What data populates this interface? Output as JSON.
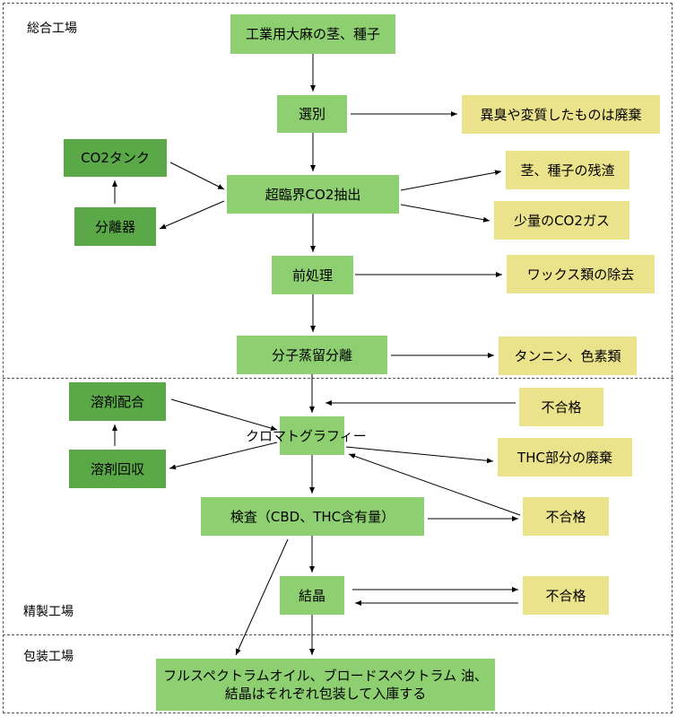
{
  "zones": {
    "integrated_factory": "総合工場",
    "refining_factory": "精製工場",
    "packaging_factory": "包装工場"
  },
  "nodes": {
    "hemp_input": "工業用大麻の茎、種子",
    "sorting": "選別",
    "reject_odor": "異臭や変質したものは廃棄",
    "co2_tank": "CO2タンク",
    "sc_co2_extraction": "超臨界CO2抽出",
    "separator": "分離器",
    "residue": "茎、種子の残渣",
    "small_co2_gas": "少量のCO2ガス",
    "pretreatment": "前処理",
    "wax_removal": "ワックス類の除去",
    "molecular_distillation": "分子蒸留分離",
    "tannin_pigment": "タンニン、色素類",
    "solvent_mixing": "溶剤配合",
    "solvent_recovery": "溶剤回収",
    "chromatography": "クロマトグラフィー",
    "fail_1": "不合格",
    "thc_disposal": "THC部分の廃棄",
    "inspection": "検査（CBD、THC含有量）",
    "fail_2": "不合格",
    "crystallization": "結晶",
    "fail_3": "不合格",
    "packaging_line1": "フルスペクトラムオイル、ブロードスペクトラム 油、",
    "packaging_line2": "結晶はそれぞれ包装して入庫する"
  },
  "colors": {
    "process_green": "#8ecf72",
    "equipment_green": "#5aa848",
    "output_yellow": "#ebe28c"
  }
}
